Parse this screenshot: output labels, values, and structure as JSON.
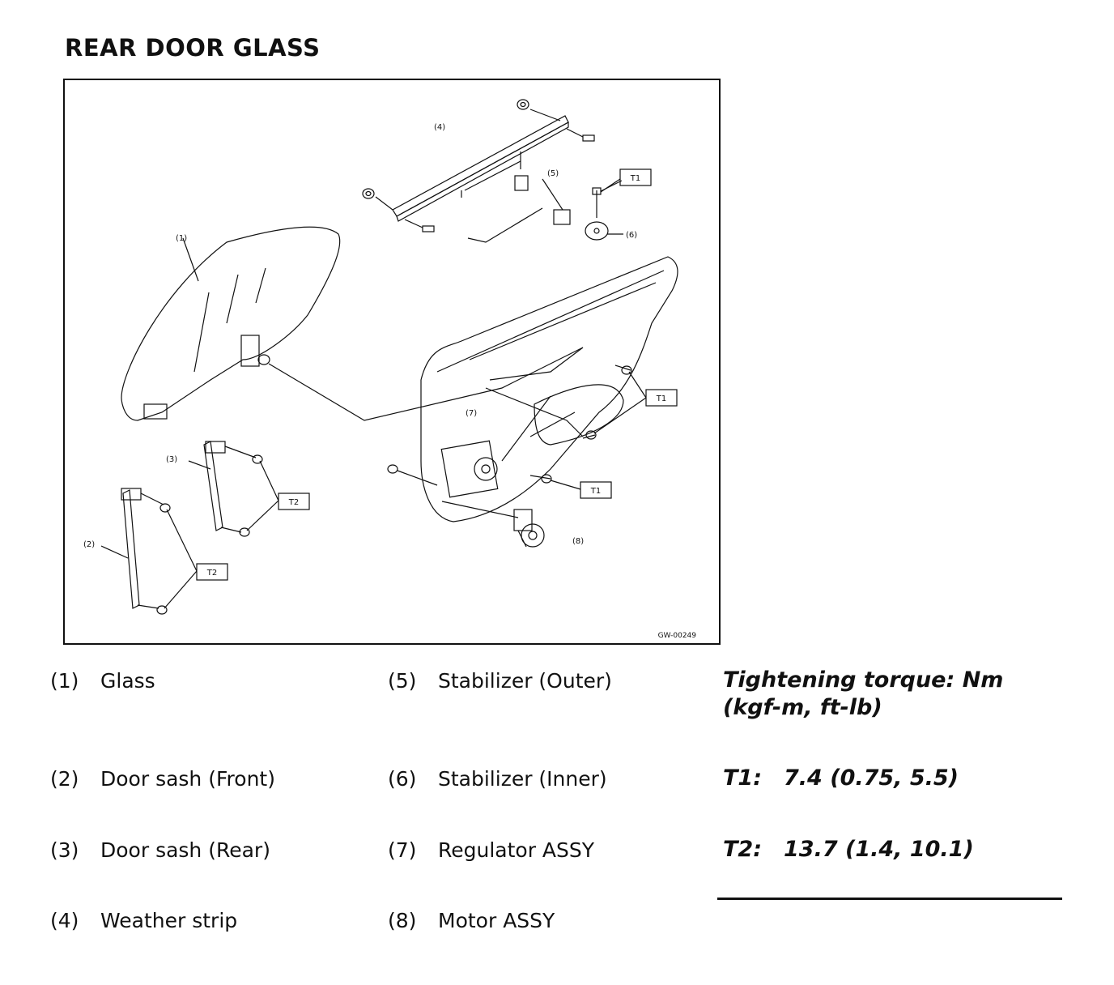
{
  "title": "REAR DOOR GLASS",
  "figure": {
    "code": "GW-00249",
    "callouts": {
      "c1": "(1)",
      "c2": "(2)",
      "c3": "(3)",
      "c4": "(4)",
      "c5": "(5)",
      "c6": "(6)",
      "c7": "(7)",
      "c8": "(8)"
    },
    "torque_tags": {
      "t1": "T1",
      "t2": "T2"
    }
  },
  "legend": [
    {
      "num": "(1)",
      "label": "Glass"
    },
    {
      "num": "(2)",
      "label": "Door sash (Front)"
    },
    {
      "num": "(3)",
      "label": "Door sash (Rear)"
    },
    {
      "num": "(4)",
      "label": "Weather strip"
    },
    {
      "num": "(5)",
      "label": "Stabilizer (Outer)"
    },
    {
      "num": "(6)",
      "label": "Stabilizer (Inner)"
    },
    {
      "num": "(7)",
      "label": "Regulator ASSY"
    },
    {
      "num": "(8)",
      "label": "Motor ASSY"
    }
  ],
  "torque": {
    "heading_line1": "Tightening torque: Nm",
    "heading_line2": "(kgf-m, ft-lb)",
    "items": [
      {
        "key": "T1:",
        "value": "7.4 (0.75, 5.5)"
      },
      {
        "key": "T2:",
        "value": "13.7 (1.4, 10.1)"
      }
    ]
  }
}
